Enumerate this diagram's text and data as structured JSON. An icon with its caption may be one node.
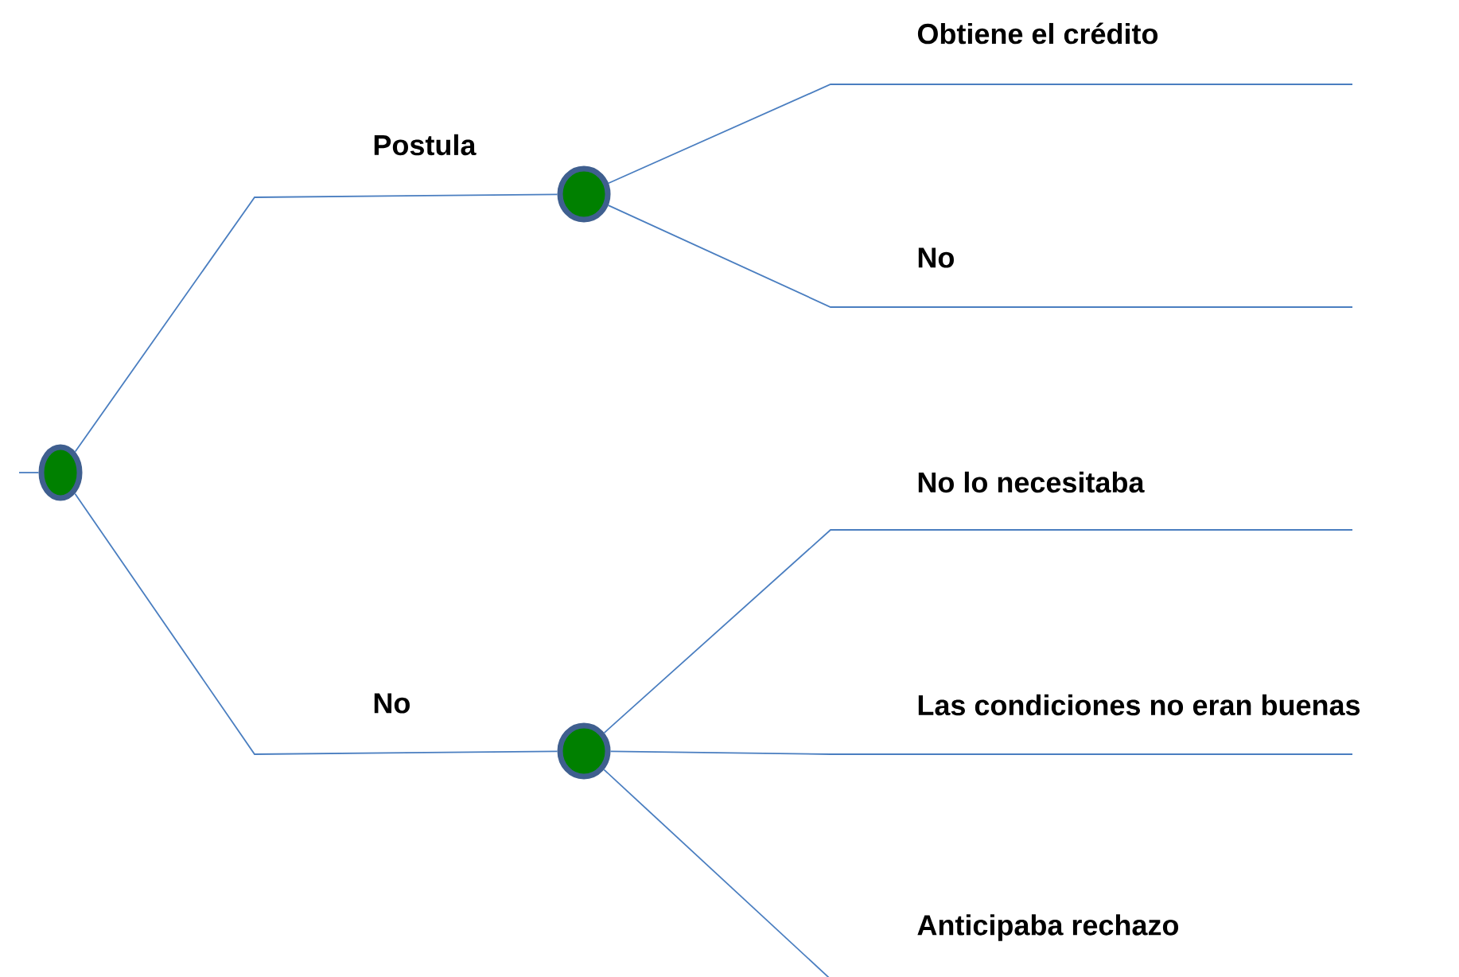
{
  "diagram": {
    "nodes": [
      {
        "text": [],
        "shape": "circle"
      },
      {
        "text": [],
        "shape": "circle"
      },
      {
        "text": [],
        "shape": "circle"
      }
    ],
    "edges": [
      {
        "from": null,
        "to": 0,
        "arrow": "none"
      },
      {
        "from": 0,
        "to": 1,
        "arrow": "none",
        "label": "Postula"
      },
      {
        "from": 0,
        "to": 2,
        "arrow": "none",
        "label": "No"
      },
      {
        "from": 1,
        "to": null,
        "arrow": "none",
        "label": "Obtiene el crédito"
      },
      {
        "from": 1,
        "to": null,
        "arrow": "none",
        "label": "No"
      },
      {
        "from": 2,
        "to": null,
        "arrow": "none",
        "label": "No lo necesitaba"
      },
      {
        "from": 2,
        "to": null,
        "arrow": "none",
        "label": "Las condiciones no eran buenas"
      },
      {
        "from": 2,
        "to": null,
        "arrow": "none",
        "label": "Anticipaba rechazo"
      }
    ]
  }
}
